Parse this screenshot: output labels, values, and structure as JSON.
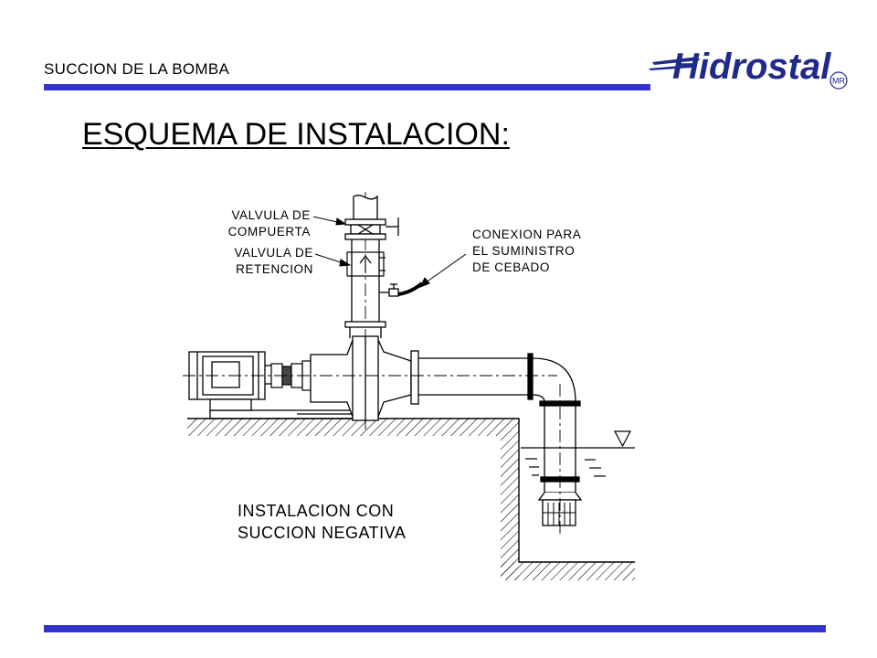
{
  "header": {
    "section_label": "SUCCION DE LA BOMBA",
    "logo_text": "Hidrostal",
    "logo_mark": "MR"
  },
  "title": "ESQUEMA DE INSTALACION:",
  "diagram": {
    "valve_gate_line1": "VALVULA DE",
    "valve_gate_line2": "COMPUERTA",
    "valve_check_line1": "VALVULA DE",
    "valve_check_line2": "RETENCION",
    "priming_line1": "CONEXION PARA",
    "priming_line2": "EL SUMINISTRO",
    "priming_line3": "DE CEBADO",
    "caption_line1": "INSTALACION CON",
    "caption_line2": "SUCCION NEGATIVA"
  },
  "colors": {
    "rule": "#3333cc",
    "logo": "#1f2a8a",
    "ink": "#000000"
  }
}
